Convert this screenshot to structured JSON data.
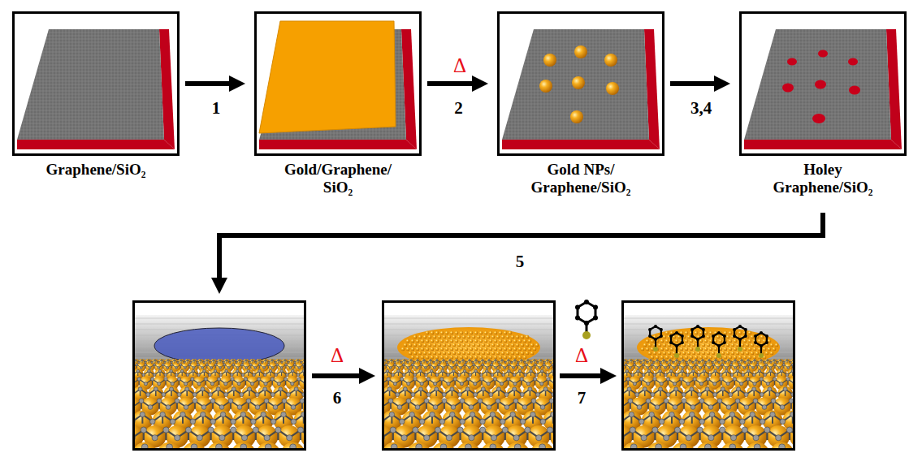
{
  "diagram": {
    "nodes": [
      {
        "text": [
          "Graphene/SiO₂"
        ]
      },
      {
        "text": [
          "Gold/Graphene/ SiO₂"
        ]
      },
      {
        "text": [
          "Gold NPs/ Graphene/SiO₂"
        ]
      },
      {
        "text": [
          "Holey Graphene/SiO₂"
        ]
      }
    ],
    "edges": [
      {
        "from": 0,
        "to": 1,
        "arrow": "to",
        "label": "1"
      },
      {
        "from": 1,
        "to": 2,
        "arrow": "to",
        "label": "2"
      },
      {
        "from": 2,
        "to": 3,
        "arrow": "to",
        "label": "3,4"
      }
    ],
    "labels": [
      "Δ",
      "5",
      "Δ",
      "6",
      "Δ",
      "7"
    ]
  }
}
